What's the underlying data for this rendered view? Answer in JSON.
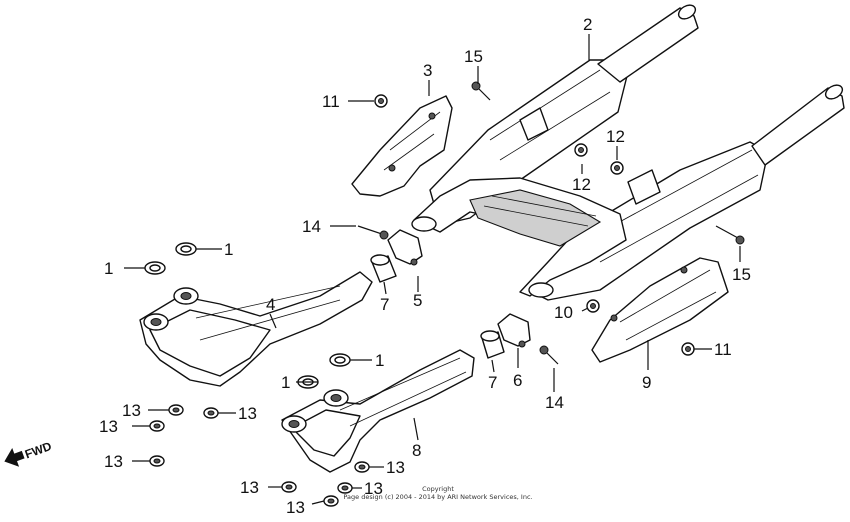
{
  "labels": {
    "l1a": "1",
    "l1b": "1",
    "l1c": "1",
    "l1d": "1",
    "l2": "2",
    "l3": "3",
    "l4": "4",
    "l5": "5",
    "l6": "6",
    "l7a": "7",
    "l7b": "7",
    "l8": "8",
    "l9": "9",
    "l10": "10",
    "l11a": "11",
    "l11b": "11",
    "l12a": "12",
    "l12b": "12",
    "l13a": "13",
    "l13b": "13",
    "l13c": "13",
    "l13d": "13",
    "l13e": "13",
    "l13f": "13",
    "l13g": "13",
    "l13h": "13",
    "l14a": "14",
    "l14b": "14",
    "l15a": "15",
    "l15b": "15"
  },
  "direction": "FWD",
  "copyright_line1": "Copyright",
  "copyright_line2": "Page design (c) 2004 - 2014 by ARI Network Services, Inc."
}
